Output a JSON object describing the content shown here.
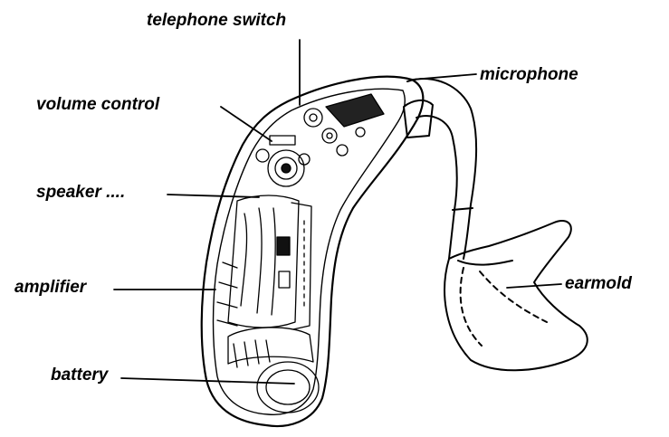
{
  "labels": {
    "telephone_switch": "telephone switch",
    "microphone": "microphone",
    "volume_control": "volume control",
    "speaker": "speaker ....",
    "amplifier": "amplifier",
    "earmold": "earmold",
    "battery": "battery"
  },
  "colors": {
    "line": "#000000",
    "background": "#ffffff"
  }
}
